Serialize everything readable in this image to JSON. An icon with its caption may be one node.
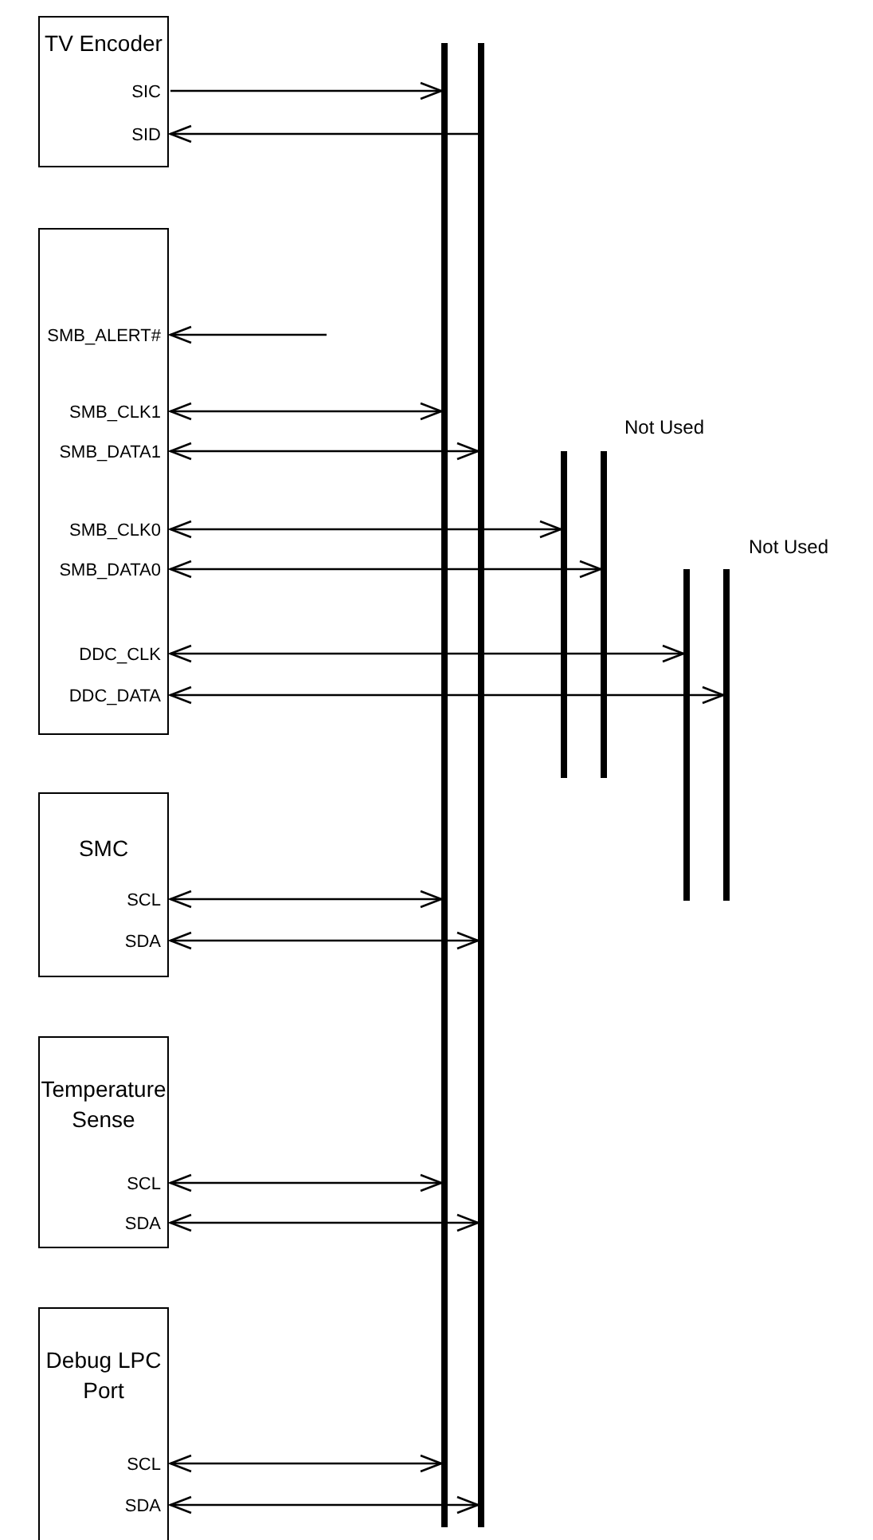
{
  "diagram": {
    "nodes": [
      {
        "text": [
          "TV Encoder",
          "SIC",
          "SID"
        ]
      },
      {
        "text": [
          "SMB_ALERT#",
          "SMB_CLK1",
          "SMB_DATA1",
          "SMB_CLK0",
          "SMB_DATA0",
          "DDC_CLK",
          "DDC_DATA"
        ]
      },
      {
        "text": [
          "SMC",
          "SCL",
          "SDA"
        ]
      },
      {
        "text": [
          "Temperature Sense",
          "SCL",
          "SDA"
        ]
      },
      {
        "text": [
          "Debug LPC Port",
          "SCL",
          "SDA"
        ]
      },
      {
        "text": [],
        "shape": "bar"
      },
      {
        "text": [],
        "shape": "bar"
      },
      {
        "text": [],
        "shape": "bar"
      },
      {
        "text": [],
        "shape": "bar",
        "beside": [
          "Not Used"
        ]
      },
      {
        "text": [],
        "shape": "bar"
      },
      {
        "text": [],
        "shape": "bar",
        "beside": [
          "Not Used"
        ]
      }
    ],
    "edges": [
      {
        "from": 0,
        "to": 5,
        "arrow": "to"
      },
      {
        "from": 6,
        "to": 0,
        "arrow": "to"
      },
      {
        "from": null,
        "to": 1,
        "arrow": "to"
      },
      {
        "from": 1,
        "to": 5,
        "arrow": "both"
      },
      {
        "from": 1,
        "to": 6,
        "arrow": "both"
      },
      {
        "from": 1,
        "to": 7,
        "arrow": "both"
      },
      {
        "from": 1,
        "to": 8,
        "arrow": "both"
      },
      {
        "from": 1,
        "to": 9,
        "arrow": "both"
      },
      {
        "from": 1,
        "to": 10,
        "arrow": "both"
      },
      {
        "from": 2,
        "to": 5,
        "arrow": "both"
      },
      {
        "from": 2,
        "to": 6,
        "arrow": "both"
      },
      {
        "from": 3,
        "to": 5,
        "arrow": "both"
      },
      {
        "from": 3,
        "to": 6,
        "arrow": "both"
      },
      {
        "from": 4,
        "to": 5,
        "arrow": "both"
      },
      {
        "from": 4,
        "to": 6,
        "arrow": "both"
      }
    ]
  }
}
